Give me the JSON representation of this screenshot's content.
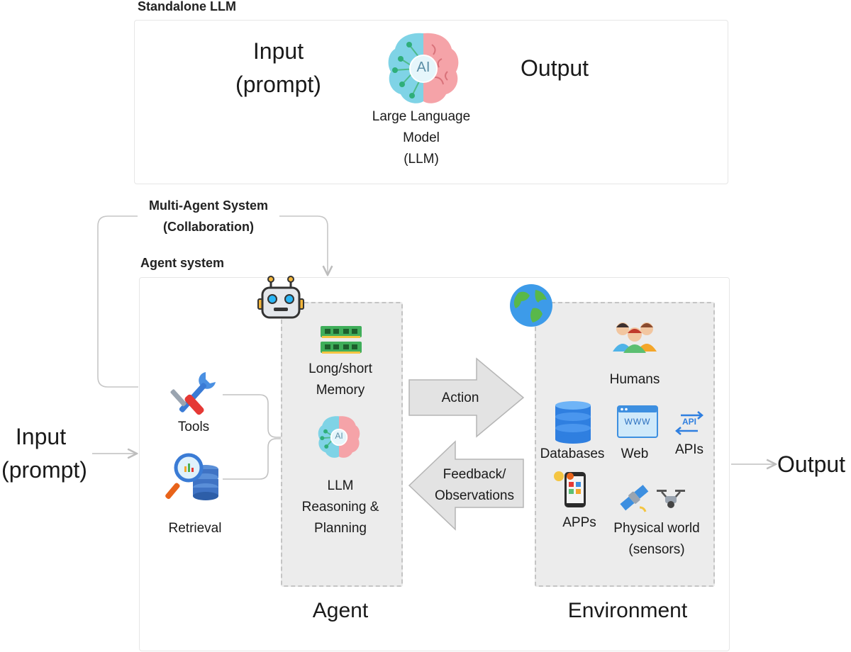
{
  "standalone": {
    "section_label": "Standalone LLM",
    "input_line1": "Input",
    "input_line2": "(prompt)",
    "output": "Output",
    "brain_badge": "AI",
    "llm_line1": "Large Language",
    "llm_line2": "Model",
    "llm_line3": "(LLM)"
  },
  "multi_agent": {
    "line1": "Multi-Agent System",
    "line2": "(Collaboration)"
  },
  "agent_system": {
    "section_label": "Agent system",
    "input_line1": "Input",
    "input_line2": "(prompt)",
    "output": "Output",
    "tools": "Tools",
    "retrieval": "Retrieval",
    "memory_line1": "Long/short",
    "memory_line2": "Memory",
    "brain_badge": "AI",
    "llm_line1": "LLM",
    "llm_line2": "Reasoning &",
    "llm_line3": "Planning",
    "action": "Action",
    "feedback_line1": "Feedback/",
    "feedback_line2": "Observations",
    "agent_title": "Agent",
    "environment_title": "Environment",
    "env": {
      "humans": "Humans",
      "databases": "Databases",
      "web": "Web",
      "web_badge": "WWW",
      "apis": "APIs",
      "apis_badge": "API",
      "apps": "APPs",
      "physical_line1": "Physical world",
      "physical_line2": "(sensors)"
    }
  },
  "colors": {
    "brain_left": "#7fd3e6",
    "brain_right": "#f5a3a8",
    "arrow_fill": "#e3e3e3",
    "connector": "#bfbfbf"
  }
}
